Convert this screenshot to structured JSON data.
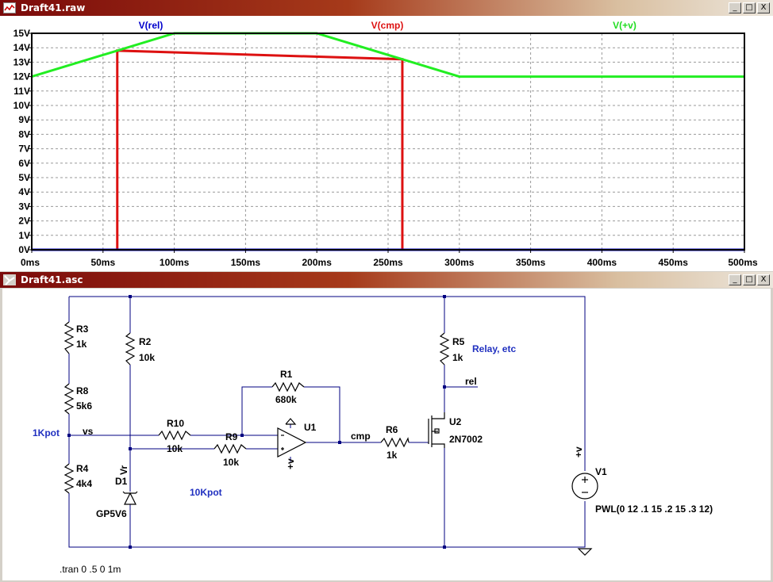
{
  "waveform_window": {
    "title": "Draft41.raw",
    "buttons": [
      "_",
      "□",
      "X"
    ],
    "traces": [
      {
        "name": "V(rel)",
        "color": "#0000cc"
      },
      {
        "name": "V(cmp)",
        "color": "#dd1111"
      },
      {
        "name": "V(+v)",
        "color": "#22ee22"
      }
    ],
    "y_ticks": [
      "0V",
      "1V",
      "2V",
      "3V",
      "4V",
      "5V",
      "6V",
      "7V",
      "8V",
      "9V",
      "10V",
      "11V",
      "12V",
      "13V",
      "14V",
      "15V"
    ],
    "x_ticks": [
      "0ms",
      "50ms",
      "100ms",
      "150ms",
      "200ms",
      "250ms",
      "300ms",
      "350ms",
      "400ms",
      "450ms",
      "500ms"
    ]
  },
  "chart_data": {
    "type": "line",
    "xlabel": "",
    "ylabel": "",
    "xlim": [
      0,
      500
    ],
    "ylim": [
      0,
      15
    ],
    "grid": true,
    "series": [
      {
        "name": "V(+v)",
        "color": "#22ee22",
        "x": [
          0,
          100,
          200,
          300,
          500
        ],
        "y": [
          12,
          15,
          15,
          12,
          12
        ]
      },
      {
        "name": "V(cmp)",
        "color": "#dd1111",
        "x": [
          0,
          60,
          60,
          260,
          260,
          500
        ],
        "y": [
          0,
          0,
          13.8,
          13.2,
          0,
          0
        ]
      },
      {
        "name": "V(rel)",
        "color": "#0000cc",
        "x": [
          0,
          60,
          60,
          260,
          260,
          500
        ],
        "y": [
          0,
          0,
          0,
          0,
          0,
          0
        ]
      }
    ]
  },
  "schematic_window": {
    "title": "Draft41.asc",
    "buttons": [
      "_",
      "□",
      "X"
    ],
    "labels": {
      "r3_name": "R3",
      "r3_val": "1k",
      "r8_name": "R8",
      "r8_val": "5k6",
      "r4_name": "R4",
      "r4_val": "4k4",
      "kpot1": "1Kpot",
      "vs": "vs",
      "r2_name": "R2",
      "r2_val": "10k",
      "r10_name": "R10",
      "r10_val": "10k",
      "r9_name": "R9",
      "r9_val": "10k",
      "r1_name": "R1",
      "r1_val": "680k",
      "u1": "U1",
      "cmp": "cmp",
      "r6_name": "R6",
      "r6_val": "1k",
      "r5_name": "R5",
      "r5_val": "1k",
      "relay": "Relay, etc",
      "rel": "rel",
      "u2_name": "U2",
      "u2_val": "2N7002",
      "vr": "Vr",
      "d1_name": "D1",
      "d1_val": "GP5V6",
      "kpot10": "10Kpot",
      "plusv_op": "+v",
      "plusv_src": "+v",
      "v1_name": "V1",
      "v1_val": "PWL(0 12 .1 15 .2 15 .3 12)",
      "tran": ".tran 0 .5 0 1m"
    }
  }
}
